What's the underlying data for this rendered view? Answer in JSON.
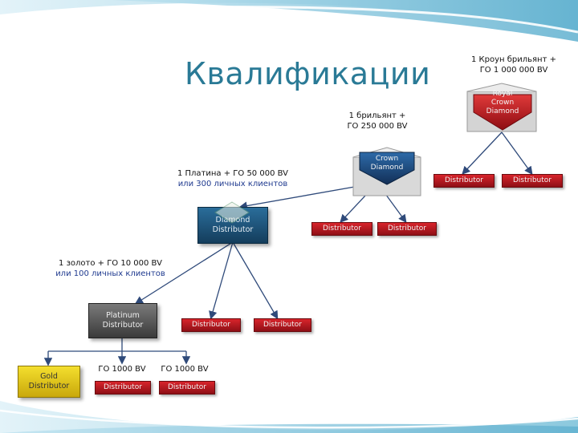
{
  "title": "Квалификации",
  "captions": {
    "royal_line1": "1 Кроун брильянт +",
    "royal_line2": "ГО 1 000 000 BV",
    "crown_line1": "1 брильянт +",
    "crown_line2": "ГО 250 000 BV",
    "platinum_line1": "1 Платина + ГО 50 000 BV",
    "platinum_line2": "или 300 личных клиентов",
    "gold_line1": "1 золото + ГО 10 000 BV",
    "gold_line2": "или 100 личных клиентов",
    "go_left": "ГО 1000 BV",
    "go_right": "ГО 1000 BV"
  },
  "ranks": {
    "royal_crown": [
      "Royal",
      "Crown",
      "Diamond"
    ],
    "crown": [
      "Crown",
      "Diamond"
    ],
    "diamond": [
      "Diamond",
      "Distributor"
    ],
    "platinum": [
      "Platinum",
      "Distributor"
    ],
    "gold": [
      "Gold",
      "Distributor"
    ]
  },
  "distributor_label": "Distributor",
  "colors": {
    "title": "#2a7a96",
    "distributor_red": "#c41e25",
    "royal_red": "#b5121b",
    "crown_blue": "#1f4f86",
    "diamond_blue": "#1d5680",
    "platinum_gray": "#555555",
    "gold_yellow": "#e8cc1c",
    "line_blue": "#2f4a7a"
  }
}
